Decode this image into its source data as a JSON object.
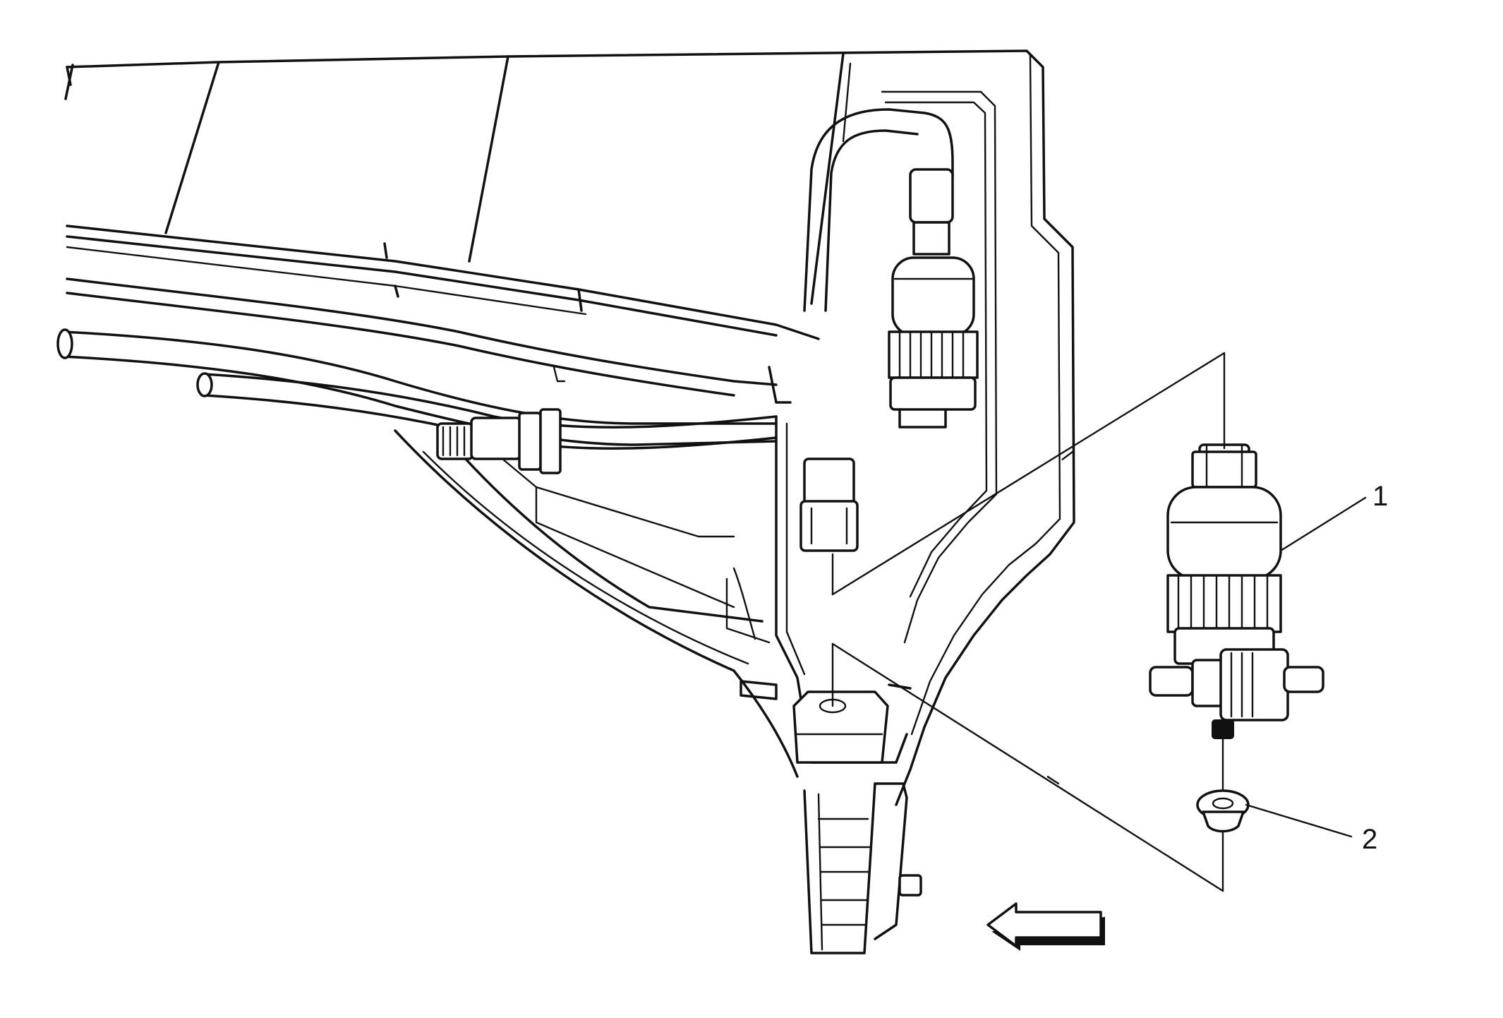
{
  "diagram": {
    "callouts": [
      {
        "id": "1",
        "label": "1"
      },
      {
        "id": "2",
        "label": "2"
      }
    ],
    "colors": {
      "line": "#111111",
      "background": "#ffffff"
    },
    "icons": [
      "direction-arrow-icon"
    ]
  }
}
